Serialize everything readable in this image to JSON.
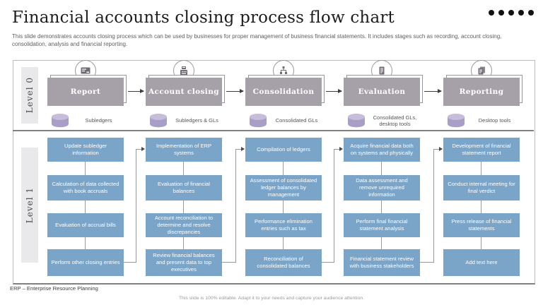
{
  "header": {
    "title": "Financial accounts closing process flow chart",
    "subtitle": "This slide demonstrates accounts closing process which can be used by businesses for proper management of business financial statements. It includes stages such as recording, account closing, consolidation, analysis and financial reporting."
  },
  "levels": {
    "level0": "Level 0",
    "level1": "Level 1"
  },
  "stages": [
    {
      "name": "Report",
      "icon": "report-card-icon",
      "store": "Subledgers",
      "steps": [
        "Update subledger information",
        "Calculation of data collected with book accruals",
        "Evaluation of accrual bills",
        "Perform other closing entries"
      ]
    },
    {
      "name": "Account closing",
      "icon": "cash-register-icon",
      "store": "Subledgers & GLs",
      "steps": [
        "Implementation of ERP systems",
        "Evaluation of financial balances",
        "Account reconciliation to determine and resolve discrepancies",
        "Review financial balances and present data to top executives"
      ]
    },
    {
      "name": "Consolidation",
      "icon": "hierarchy-icon",
      "store": "Consolidated GLs",
      "steps": [
        "Compilation of ledgers",
        "Assessment of consolidated ledger balances by management",
        "Performance elimination entries such as tax",
        "Reconciliation of consolidated balances"
      ]
    },
    {
      "name": "Evaluation",
      "icon": "document-icon",
      "store": "Consolidated GLs, desktop tools",
      "steps": [
        "Acquire financial data both on systems and physically",
        "Data assessment and remove unrequired information",
        "Perform final financial statement analysis",
        "Financial statement review with business stakeholders"
      ]
    },
    {
      "name": "Reporting",
      "icon": "stacked-files-icon",
      "store": "Desktop tools",
      "steps": [
        "Development of financial statement report",
        "Conduct internal meeting for final verdict",
        "Press release of financial statements",
        "Add text here"
      ]
    }
  ],
  "footer": {
    "footnote": "ERP – Enterprise Resource Planning",
    "caption": "This slide is 100% editable. Adapt it to your needs and capture your audience attention."
  },
  "colors": {
    "stage_box": "#a6a1a8",
    "step_box": "#7ba4c9",
    "cylinder_body": "#a89ec6",
    "cylinder_top": "#c6bdda",
    "accent_dots": "#121212"
  }
}
